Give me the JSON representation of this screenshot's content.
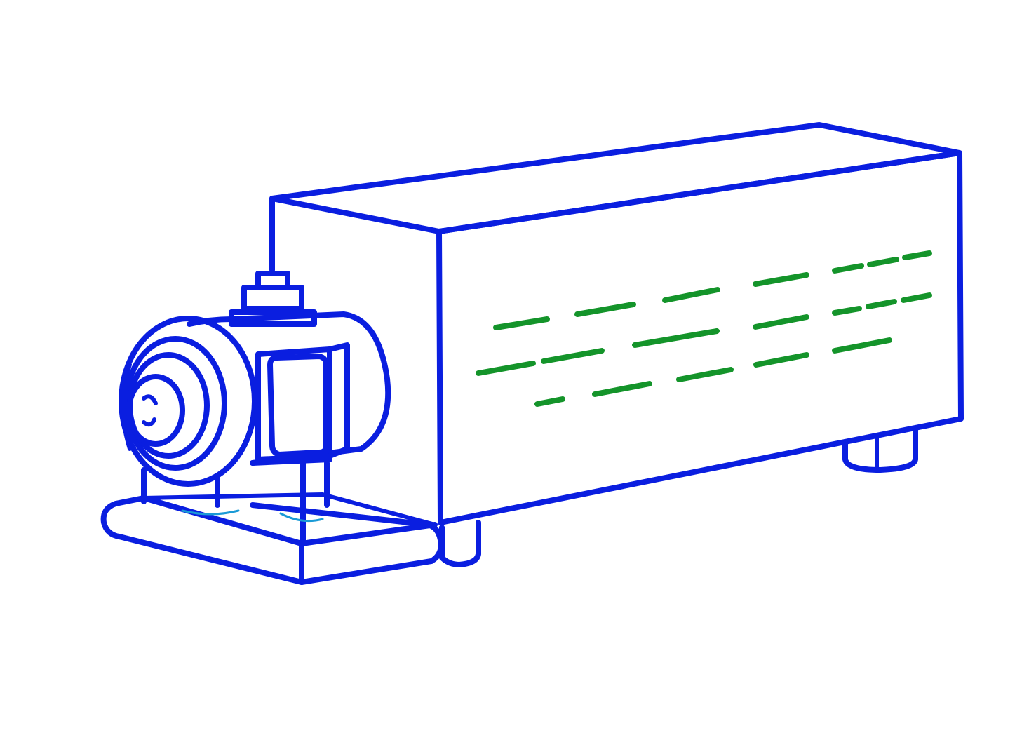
{
  "colors": {
    "outline": "#0a1ee0",
    "outline_light": "#1a9ad6",
    "vents": "#14942a",
    "background": "#ffffff"
  },
  "components": [
    "rectangular-housing",
    "vent-slots",
    "housing-feet",
    "motor-pump-unit",
    "base-frame"
  ]
}
